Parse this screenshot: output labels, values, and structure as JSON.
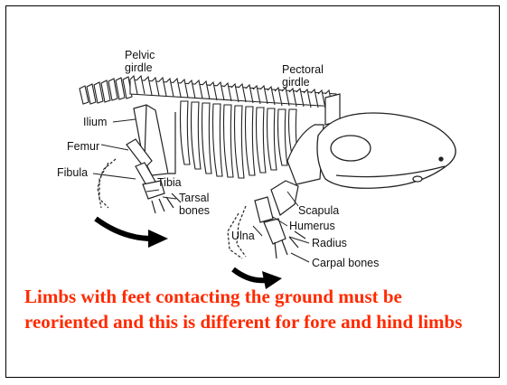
{
  "diagram": {
    "labels": {
      "pelvic_girdle": "Pelvic\ngirdle",
      "pectoral_girdle": "Pectoral\ngirdle",
      "ilium": "Ilium",
      "femur": "Femur",
      "fibula": "Fibula",
      "tibia": "Tibia",
      "tarsal_bones": "Tarsal\nbones",
      "scapula": "Scapula",
      "humerus": "Humerus",
      "ulna": "Ulna",
      "radius": "Radius",
      "carpal_bones": "Carpal bones"
    }
  },
  "caption": "Limbs with feet contacting the ground must be reoriented and this is different for fore and hind limbs"
}
